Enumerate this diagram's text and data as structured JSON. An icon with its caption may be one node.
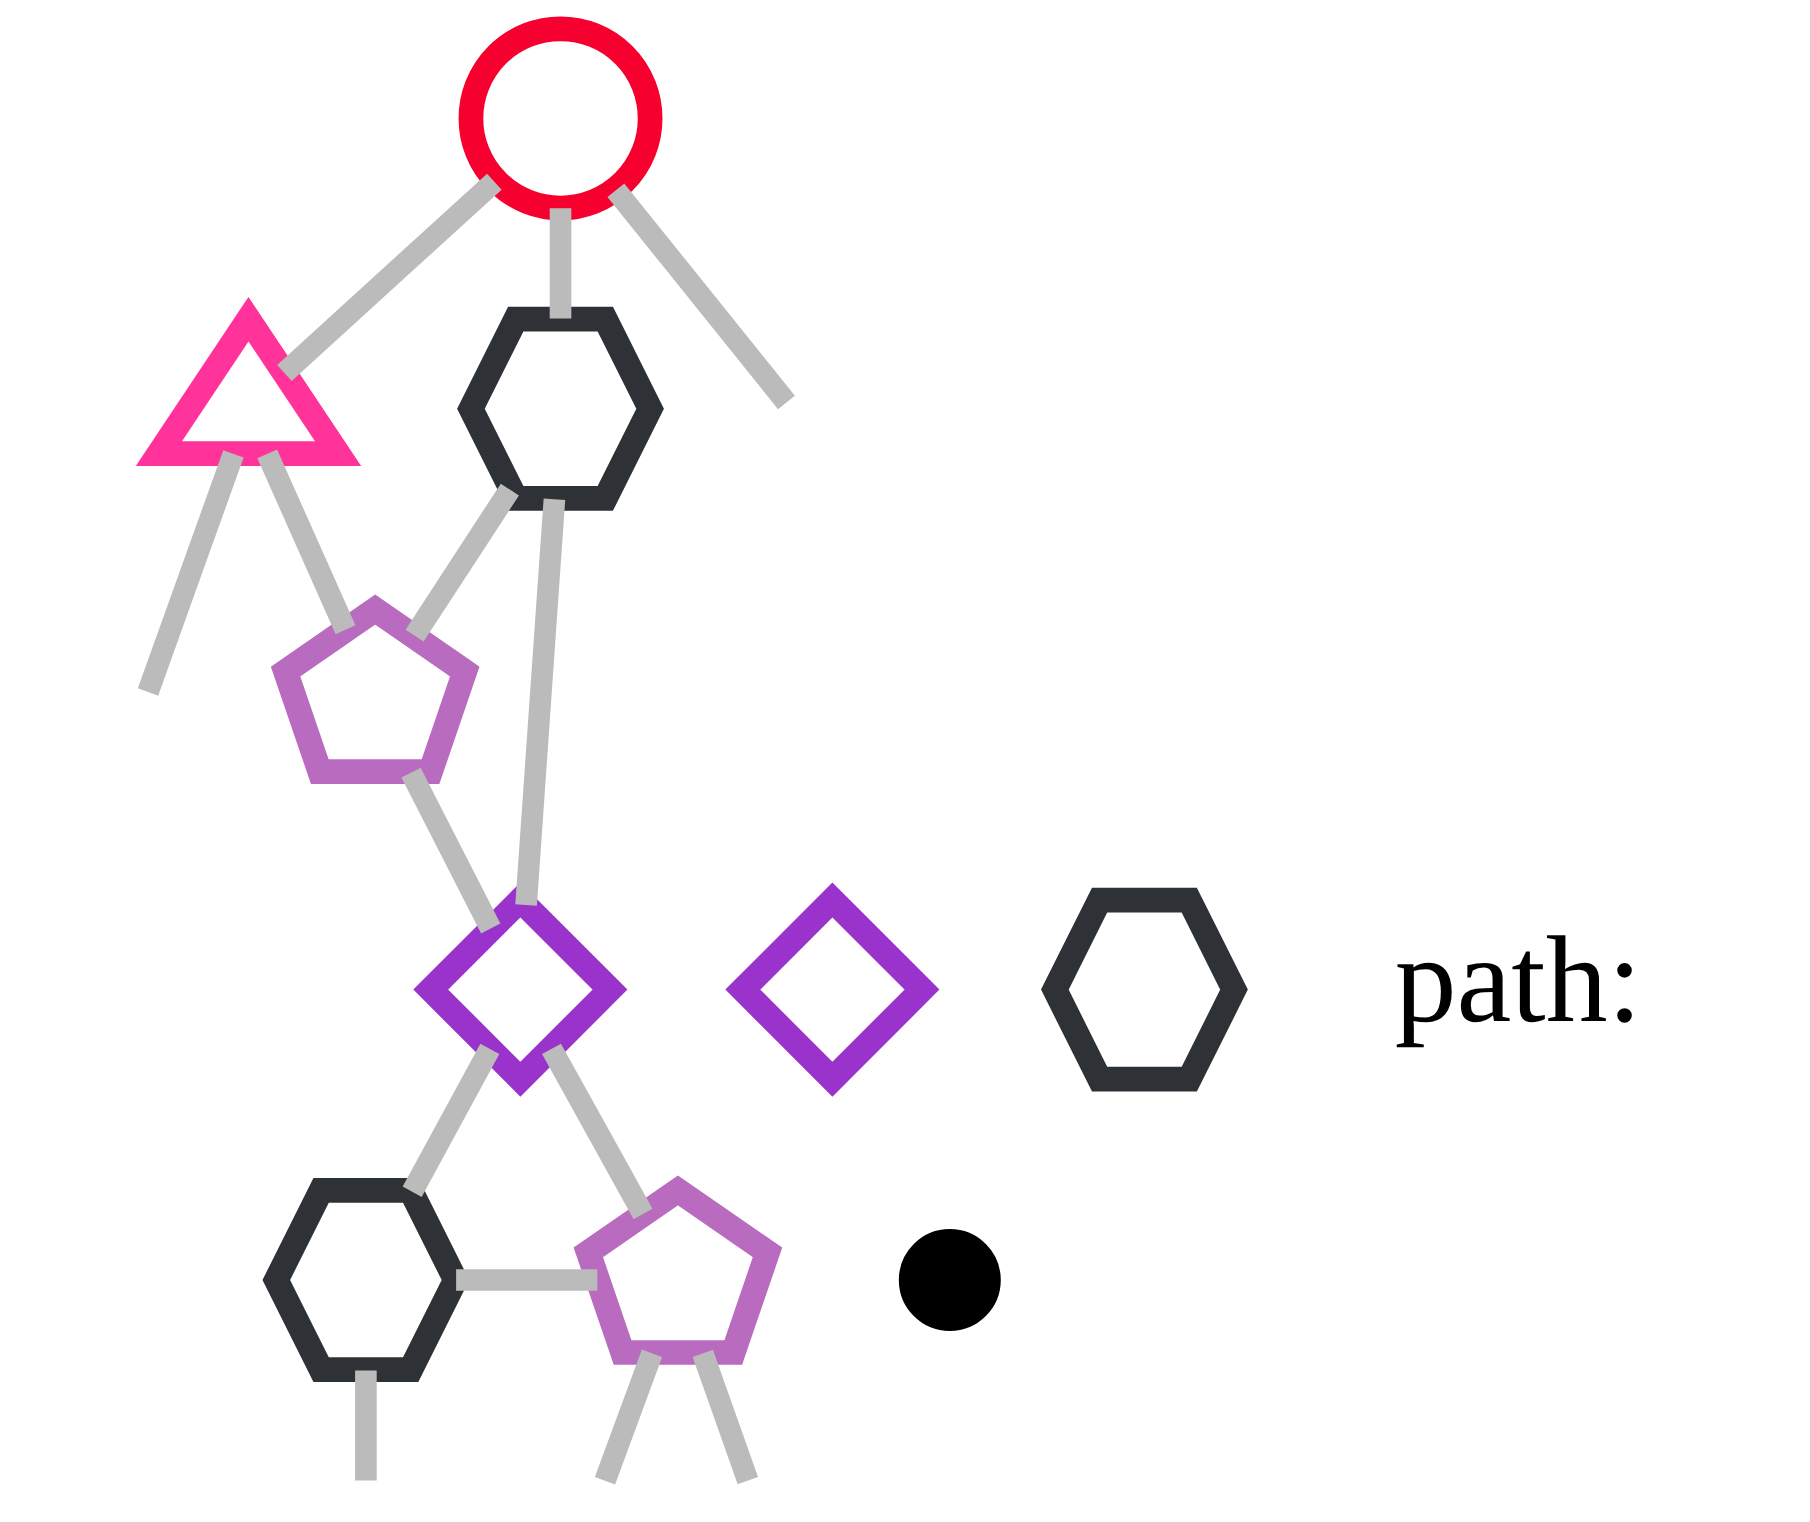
{
  "diagram": {
    "nodes": [
      {
        "text": [],
        "shape": "circle"
      },
      {
        "text": [],
        "shape": "triangle"
      },
      {
        "text": [],
        "shape": "hexagon"
      },
      {
        "text": [],
        "shape": "pentagon"
      },
      {
        "text": [],
        "shape": "diamond"
      },
      {
        "text": [],
        "shape": "hexagon"
      },
      {
        "text": [],
        "shape": "pentagon"
      },
      {
        "text": [],
        "shape": "dot"
      },
      {
        "text": [],
        "shape": "diamond"
      },
      {
        "text": [],
        "shape": "hexagon"
      }
    ],
    "edges": [
      {
        "from": 0,
        "to": null,
        "arrow": "none"
      },
      {
        "from": 1,
        "to": null,
        "arrow": "none"
      },
      {
        "from": 0,
        "to": 1,
        "arrow": "none"
      },
      {
        "from": 0,
        "to": 2,
        "arrow": "none"
      },
      {
        "from": 1,
        "to": 3,
        "arrow": "none"
      },
      {
        "from": 2,
        "to": 3,
        "arrow": "none"
      },
      {
        "from": 2,
        "to": 4,
        "arrow": "none"
      },
      {
        "from": 3,
        "to": 4,
        "arrow": "none"
      },
      {
        "from": 4,
        "to": 5,
        "arrow": "none"
      },
      {
        "from": 4,
        "to": 6,
        "arrow": "none"
      },
      {
        "from": 5,
        "to": 6,
        "arrow": "none"
      },
      {
        "from": 5,
        "to": null,
        "arrow": "none"
      },
      {
        "from": 6,
        "to": null,
        "arrow": "none"
      },
      {
        "from": 6,
        "to": null,
        "arrow": "none"
      }
    ],
    "labels": [
      "path:"
    ]
  }
}
